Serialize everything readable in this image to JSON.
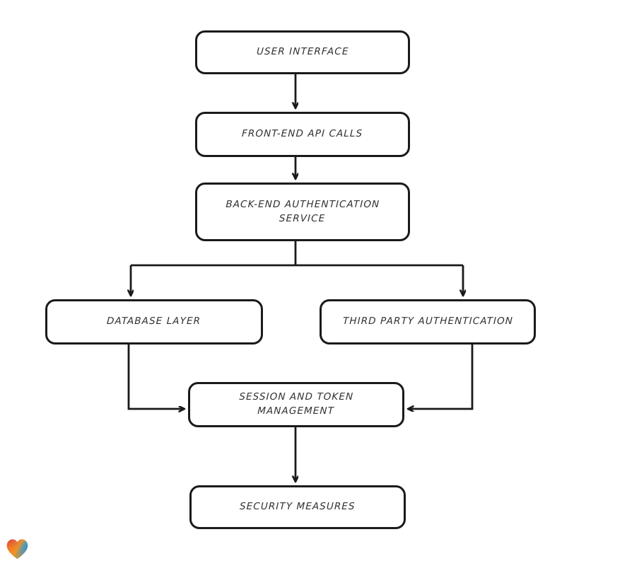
{
  "diagram": {
    "type": "flowchart",
    "style": "hand-drawn",
    "background_color": "#ffffff",
    "stroke_color": "#1a1a1a",
    "text_color": "#33302f",
    "nodes": [
      {
        "id": "user-interface",
        "label": "User Interface"
      },
      {
        "id": "frontend-api-calls",
        "label": "Front-End API Calls"
      },
      {
        "id": "backend-auth-service",
        "label": "Back-End Authentication\nService"
      },
      {
        "id": "database-layer",
        "label": "Database Layer"
      },
      {
        "id": "third-party-auth",
        "label": "Third Party Authentication"
      },
      {
        "id": "session-token-mgmt",
        "label": "Session and Token\nManagement"
      },
      {
        "id": "security-measures",
        "label": "Security Measures"
      }
    ],
    "edges": [
      {
        "from": "user-interface",
        "to": "frontend-api-calls",
        "shape": "straight-down"
      },
      {
        "from": "frontend-api-calls",
        "to": "backend-auth-service",
        "shape": "straight-down"
      },
      {
        "from": "backend-auth-service",
        "to": "database-layer",
        "shape": "split-left"
      },
      {
        "from": "backend-auth-service",
        "to": "third-party-auth",
        "shape": "split-right"
      },
      {
        "from": "database-layer",
        "to": "session-token-mgmt",
        "shape": "elbow-into-left-side"
      },
      {
        "from": "third-party-auth",
        "to": "session-token-mgmt",
        "shape": "elbow-into-right-side"
      },
      {
        "from": "session-token-mgmt",
        "to": "security-measures",
        "shape": "straight-down"
      }
    ]
  },
  "logo": {
    "name": "heart-logo",
    "colors": {
      "red": "#e8392c",
      "orange": "#f59120",
      "blue": "#2f7fe0",
      "teal": "#28a8a8"
    }
  }
}
